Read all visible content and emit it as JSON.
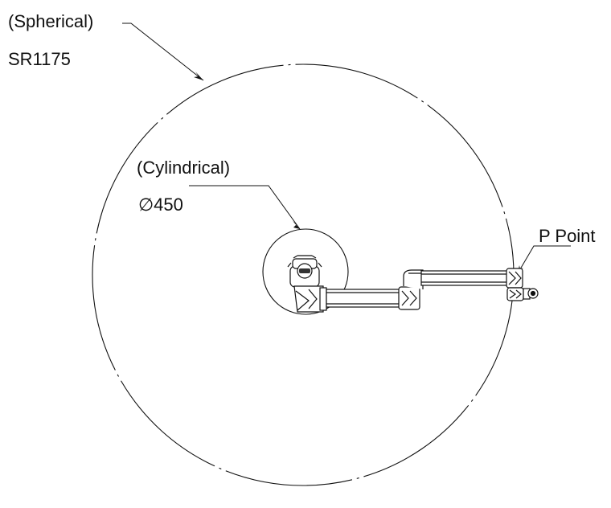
{
  "labels": {
    "spherical_name": "(Spherical)",
    "spherical_dim": "SR1175",
    "cylindrical_name": "(Cylindrical)",
    "cylindrical_dim": "∅450",
    "p_point": "P Point"
  },
  "colors": {
    "line": "#111111",
    "background": "#ffffff"
  }
}
